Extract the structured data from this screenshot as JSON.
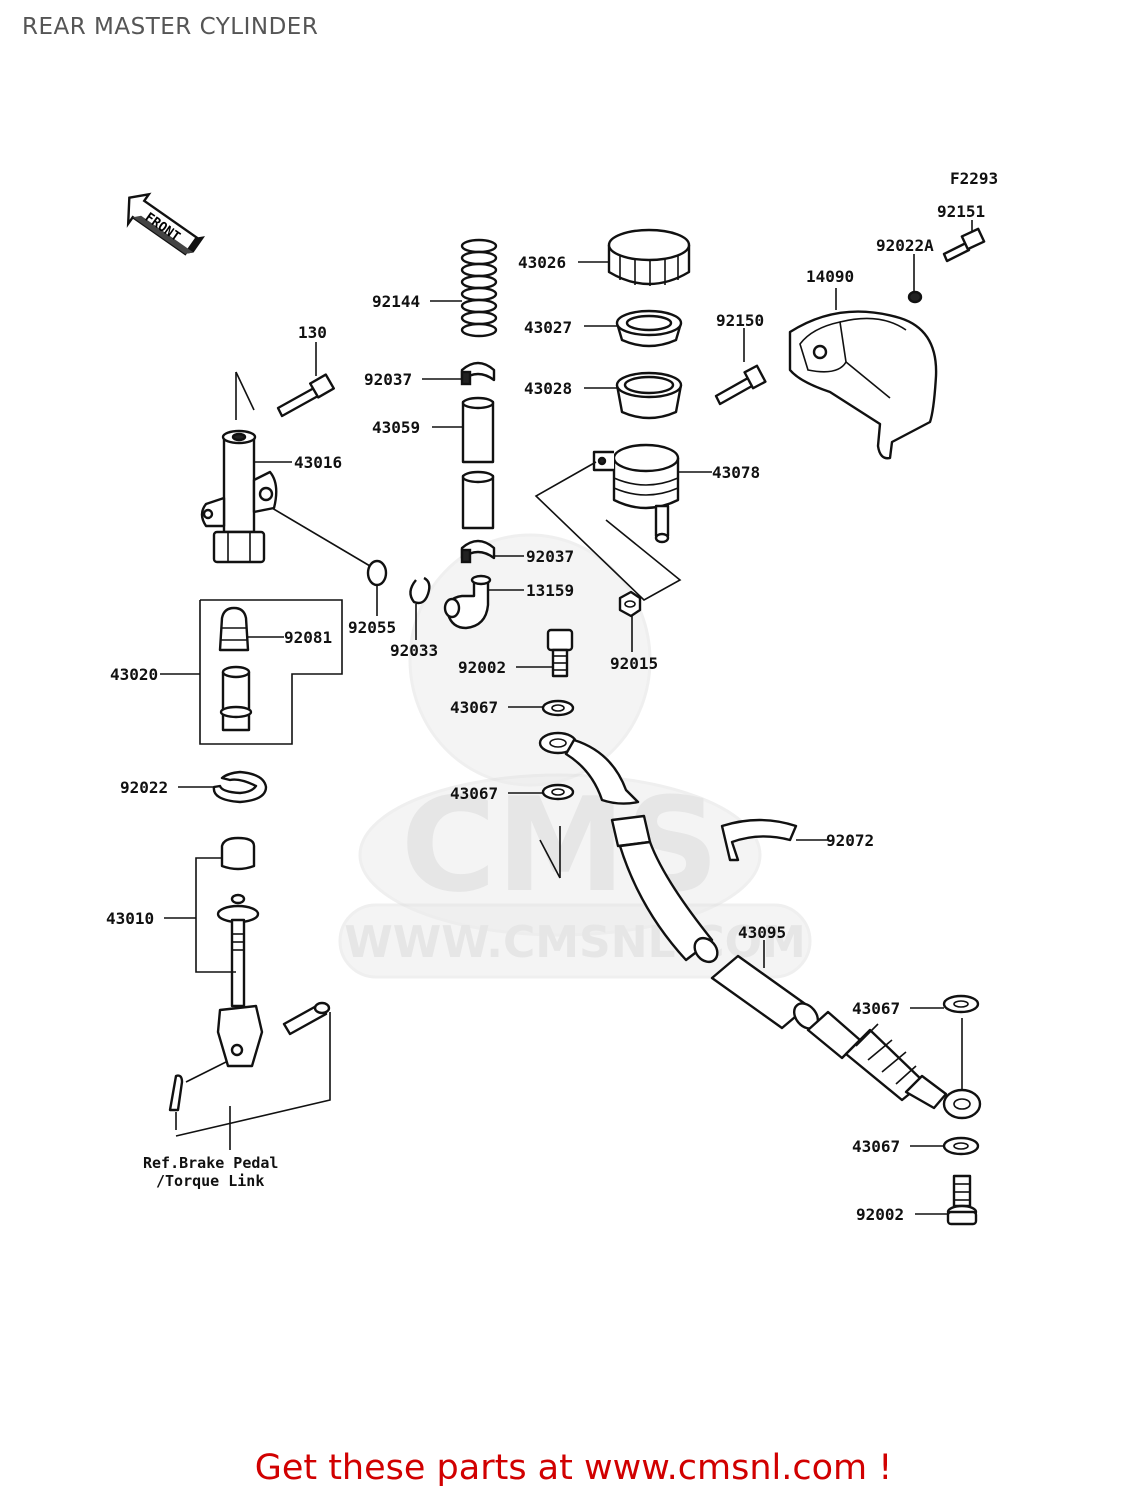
{
  "page": {
    "title": "REAR MASTER CYLINDER",
    "footer": "Get these parts at www.cmsnl.com !"
  },
  "diagram": {
    "figure_code": "F2293",
    "direction_marker": "FRONT",
    "watermark": {
      "brand": "CMS",
      "site": "WWW.CMSNL.COM"
    },
    "callouts": [
      "92151",
      "92022A",
      "14090",
      "43026",
      "92144",
      "43027",
      "92150",
      "130",
      "92037",
      "43028",
      "43059",
      "43016",
      "43078",
      "92037",
      "13159",
      "92055",
      "92081",
      "92033",
      "92002",
      "92015",
      "43020",
      "43067",
      "92022",
      "43067",
      "92072",
      "43010",
      "43095",
      "43067",
      "43067",
      "92002"
    ],
    "reference_note": [
      "Ref.Brake Pedal",
      "/Torque Link"
    ]
  }
}
